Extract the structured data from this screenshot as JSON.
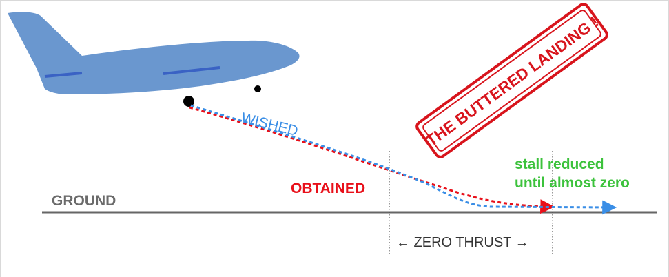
{
  "labels": {
    "ground": "GROUND",
    "wished": "WISHED",
    "obtained": "OBTAINED",
    "stall_line1": "stall reduced",
    "stall_line2": "until almost zero",
    "zero_thrust": "← ZERO THRUST →",
    "stamp": "THE BUTTERED LANDING !"
  },
  "colors": {
    "plane_fill": "#6a97cf",
    "plane_stripe": "#3a62c4",
    "wished": "#3a8ee6",
    "obtained": "#e8101a",
    "stall_text": "#3cc23c",
    "ground_line": "#666666",
    "ground_text": "#6b6b6b",
    "stamp": "#d8141c"
  }
}
